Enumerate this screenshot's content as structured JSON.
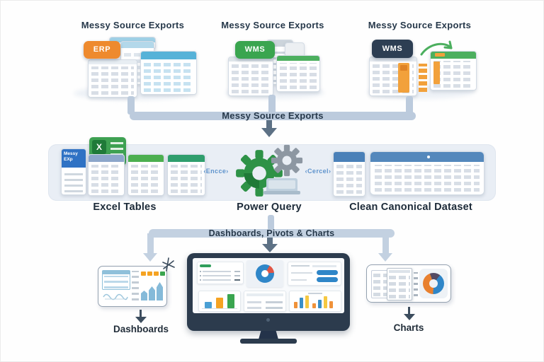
{
  "sources": [
    {
      "title": "Messy Source Exports",
      "badge": "ERP",
      "badge_color": "#ee8a2e"
    },
    {
      "title": "Messy Source Exports",
      "badge": "WMS",
      "badge_color": "#3aa54f"
    },
    {
      "title": "Messy Source Exports",
      "badge": "WMS",
      "badge_color": "#2d3e53"
    }
  ],
  "flow_top": {
    "label": "Messy Source Exports"
  },
  "band": {
    "excel_icon_letter": "X",
    "excel_card_text": "Messy EXp",
    "tags": {
      "left": "‹Encce›",
      "right": "‹Cercel›"
    },
    "labels": {
      "excel": "Excel Tables",
      "power_query": "Power Query",
      "clean": "Clean Canonical Dataset"
    }
  },
  "flow_bottom": {
    "label": "Dashboards, Pivots & Charts"
  },
  "outputs": {
    "dashboards": "Dashboards",
    "charts": "Charts"
  },
  "palette": {
    "connector": "#bccbdd",
    "navy_text": "#26384a",
    "band_bg": "#e9eef5",
    "excel_green": "#3ea152",
    "chart_blue": "#2f86c8",
    "chart_red": "#e05545",
    "chart_orange": "#f0923a",
    "chart_yellow": "#f5c842",
    "chart_green": "#3aa54f"
  }
}
